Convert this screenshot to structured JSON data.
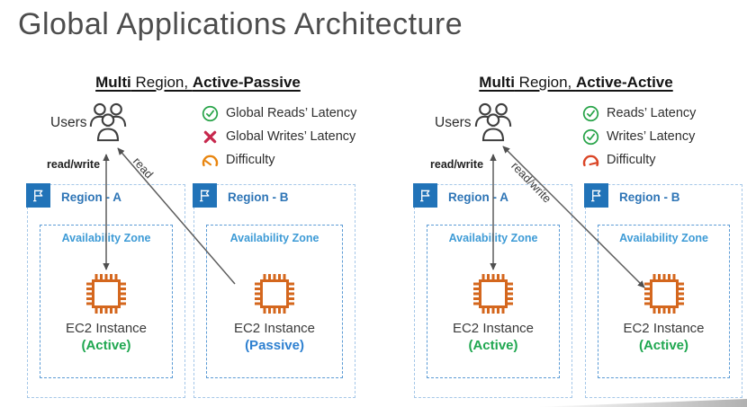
{
  "title": "Global Applications Architecture",
  "colors": {
    "title_gray": "#4d4d4d",
    "region_blue": "#2E75B6",
    "availability_zone_blue": "#3E9BD6",
    "flag_tile_blue": "#2173B8",
    "ec2_orange": "#D4671E",
    "active_green": "#1FA750",
    "passive_blue": "#2E80D0",
    "check_green": "#27A348",
    "x_red": "#C7284D",
    "gauge_low_orange": "#E8850F",
    "gauge_high_red": "#DA4526",
    "arrow_gray": "#5c5c5c"
  },
  "panels": [
    {
      "heading": {
        "bold1": "Multi",
        "mid": " Region, ",
        "bold2": "Active-Passive"
      },
      "users_label": "Users",
      "vertical_arrow_label": "read/write",
      "diagonal_arrow_label": "read",
      "legend": [
        {
          "icon": "check-circle-icon",
          "label": "Global Reads’ Latency"
        },
        {
          "icon": "x-mark-icon",
          "label": "Global Writes’ Latency"
        },
        {
          "icon": "gauge-low-icon",
          "label": "Difficulty"
        }
      ],
      "regions": [
        {
          "name": "Region - A",
          "zone": "Availability Zone",
          "instance": "EC2 Instance",
          "state": "(Active)"
        },
        {
          "name": "Region - B",
          "zone": "Availability Zone",
          "instance": "EC2 Instance",
          "state": "(Passive)"
        }
      ]
    },
    {
      "heading": {
        "bold1": "Multi",
        "mid": " Region, ",
        "bold2": "Active-Active"
      },
      "users_label": "Users",
      "vertical_arrow_label": "read/write",
      "diagonal_arrow_label": "read/write",
      "legend": [
        {
          "icon": "check-circle-icon",
          "label": "Reads’ Latency"
        },
        {
          "icon": "check-circle-icon",
          "label": "Writes’ Latency"
        },
        {
          "icon": "gauge-high-icon",
          "label": "Difficulty"
        }
      ],
      "regions": [
        {
          "name": "Region - A",
          "zone": "Availability Zone",
          "instance": "EC2 Instance",
          "state": "(Active)"
        },
        {
          "name": "Region - B",
          "zone": "Availability Zone",
          "instance": "EC2 Instance",
          "state": "(Active)"
        }
      ]
    }
  ]
}
